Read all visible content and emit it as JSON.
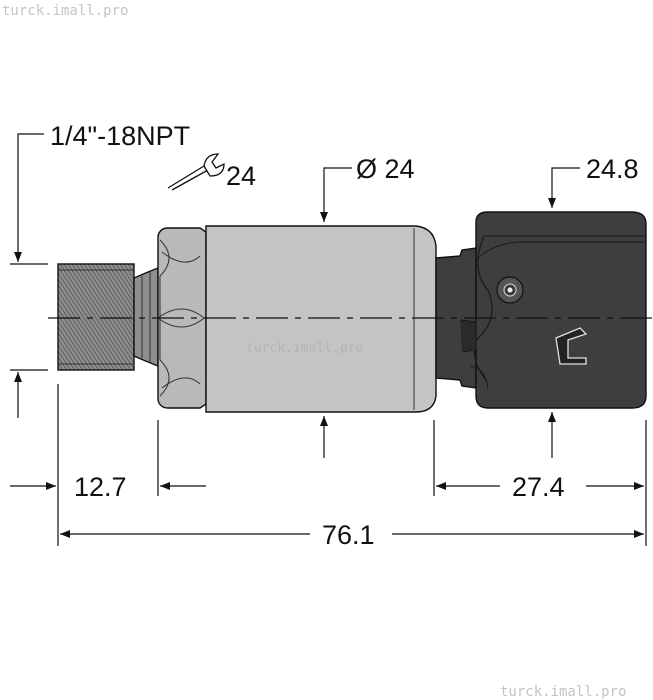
{
  "watermark_top": "turck.imall.pro",
  "watermark_bottom": "turck.imall.pro",
  "watermark_center": "turck.imall.pro",
  "dimensions": {
    "thread": "1/4\"-18NPT",
    "wrench_size": "24",
    "body_diameter": "Ø 24",
    "connector_width": "24.8",
    "thread_length": "12.7",
    "connector_length": "27.4",
    "overall_length": "76.1"
  },
  "colors": {
    "thread": "#8c8c8c",
    "hex_nut": "#b9b9b9",
    "body": "#c4c4c4",
    "connector": "#3e3e3e",
    "connector_dark": "#2a2a2a"
  },
  "icons": {
    "wrench": "wrench-icon"
  }
}
